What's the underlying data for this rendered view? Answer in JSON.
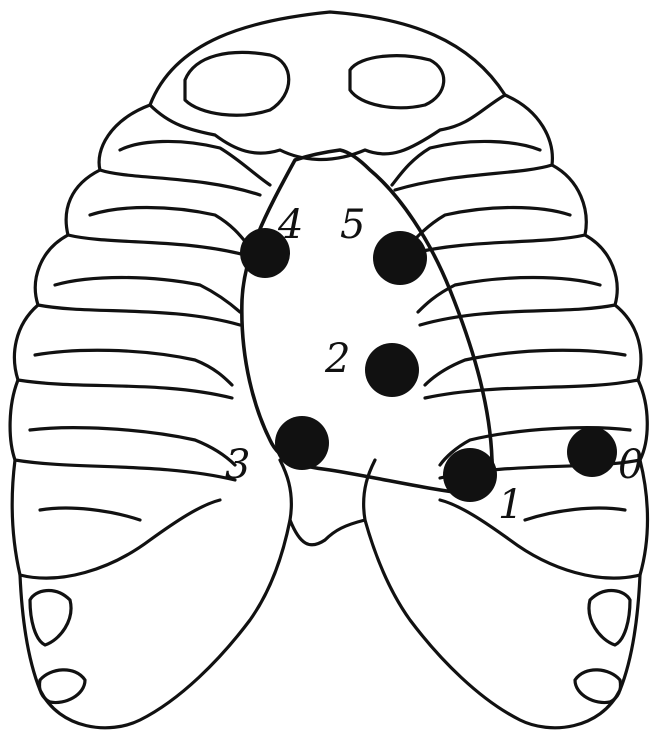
{
  "diagram": {
    "points": [
      {
        "label": "0"
      },
      {
        "label": "1"
      },
      {
        "label": "2"
      },
      {
        "label": "3"
      },
      {
        "label": "4"
      },
      {
        "label": "5"
      }
    ]
  },
  "colors": {
    "line": "#111111",
    "background": "#ffffff"
  }
}
